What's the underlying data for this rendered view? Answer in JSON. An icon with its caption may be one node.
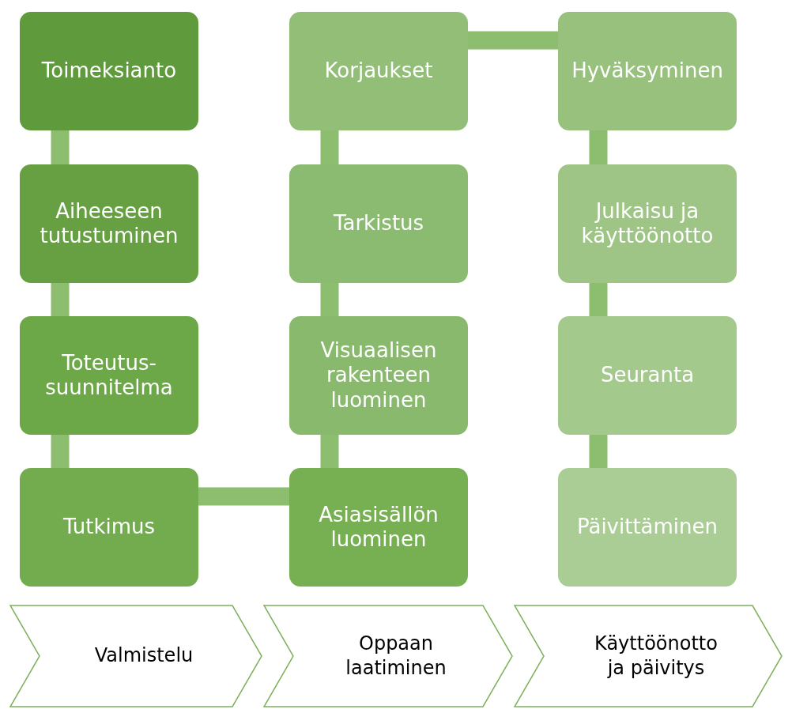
{
  "diagram": {
    "nodes": [
      {
        "text": [
          "Toimeksianto"
        ]
      },
      {
        "text": [
          "Aiheeseen tutustuminen"
        ]
      },
      {
        "text": [
          "Toteutus- suunnitelma"
        ]
      },
      {
        "text": [
          "Tutkimus"
        ]
      },
      {
        "text": [
          "Asiasisällön luominen"
        ]
      },
      {
        "text": [
          "Visuaalisen rakenteen luominen"
        ]
      },
      {
        "text": [
          "Tarkistus"
        ]
      },
      {
        "text": [
          "Korjaukset"
        ]
      },
      {
        "text": [
          "Hyväksyminen"
        ]
      },
      {
        "text": [
          "Julkaisu ja käyttöönotto"
        ]
      },
      {
        "text": [
          "Seuranta"
        ]
      },
      {
        "text": [
          "Päivittäminen"
        ]
      },
      {
        "text": [
          "Valmistelu"
        ]
      },
      {
        "text": [
          "Oppaan laatiminen"
        ]
      },
      {
        "text": [
          "Käyttöönotto ja päivitys"
        ]
      }
    ],
    "edges": [
      {
        "from": 0,
        "to": 1,
        "arrow": "none"
      },
      {
        "from": 1,
        "to": 2,
        "arrow": "none"
      },
      {
        "from": 2,
        "to": 3,
        "arrow": "none"
      },
      {
        "from": 3,
        "to": 4,
        "arrow": "none"
      },
      {
        "from": 4,
        "to": 5,
        "arrow": "none"
      },
      {
        "from": 5,
        "to": 6,
        "arrow": "none"
      },
      {
        "from": 6,
        "to": 7,
        "arrow": "none"
      },
      {
        "from": 7,
        "to": 8,
        "arrow": "none"
      },
      {
        "from": 8,
        "to": 9,
        "arrow": "none"
      },
      {
        "from": 9,
        "to": 10,
        "arrow": "none"
      },
      {
        "from": 10,
        "to": 11,
        "arrow": "none"
      }
    ]
  }
}
